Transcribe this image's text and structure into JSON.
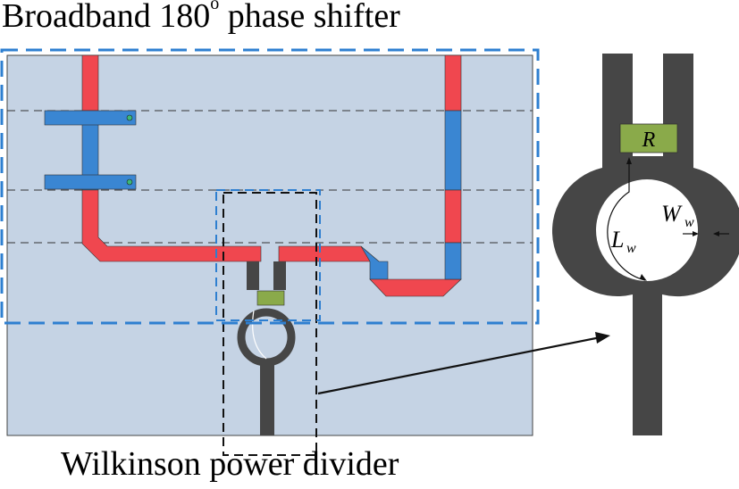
{
  "title": {
    "main": "Broadband 180",
    "degree": "o",
    "rest": " phase shifter"
  },
  "bottom_label": "Wilkinson power divider",
  "detail": {
    "resistor_label": "R",
    "length_label": "L",
    "length_sub": "w",
    "width_label": "W",
    "width_sub": "w"
  },
  "colors": {
    "substrate": "#c5d3e4",
    "line_red": "#f0474f",
    "line_blue": "#3a86d2",
    "trace_gray": "#464646",
    "resistor_green": "#8aaa4a",
    "dashed_box": "#2e7fd0"
  }
}
